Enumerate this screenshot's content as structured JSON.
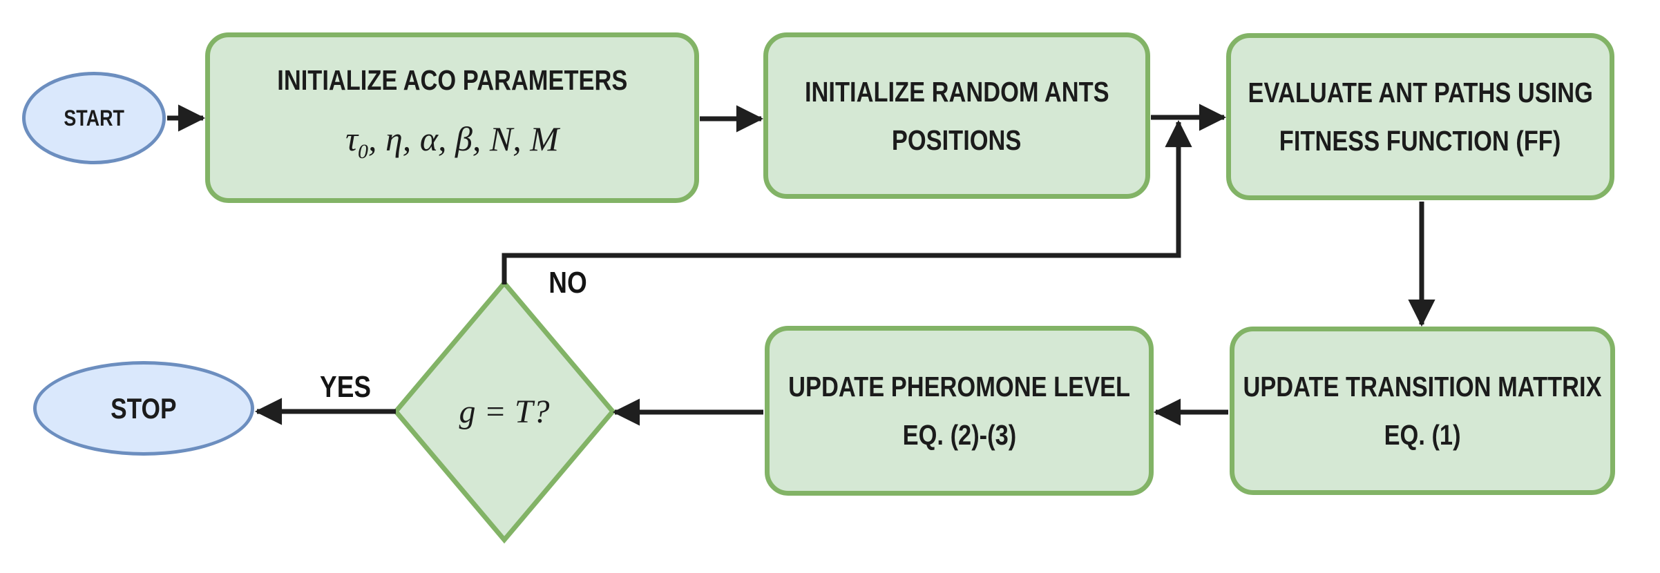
{
  "colors": {
    "process_fill": "#d5e8d4",
    "process_stroke": "#82b366",
    "terminal_fill": "#dae8fc",
    "terminal_stroke": "#6c8ebf",
    "arrow": "#1f1f1f",
    "text": "#1b1b1b"
  },
  "nodes": {
    "start": {
      "label": "START"
    },
    "init_params": {
      "title": "INITIALIZE ACO PARAMETERS",
      "math_tau": "τ",
      "math_sub": "0",
      "math_rest": ", η, α, β, N, M"
    },
    "init_ants": {
      "line1": "INITIALIZE RANDOM ANTS",
      "line2": "POSITIONS"
    },
    "evaluate": {
      "line1": "EVALUATE ANT PATHS USING",
      "line2": "FITNESS FUNCTION (FF)"
    },
    "update_matrix": {
      "line1": "UPDATE TRANSITION MATTRIX",
      "line2": "EQ. (1)"
    },
    "update_pheromone": {
      "line1": "UPDATE PHEROMONE LEVEL",
      "line2": "EQ. (2)-(3)"
    },
    "decision": {
      "label": "g = T?"
    },
    "stop": {
      "label": "STOP"
    }
  },
  "edge_labels": {
    "yes": "YES",
    "no": "NO"
  }
}
